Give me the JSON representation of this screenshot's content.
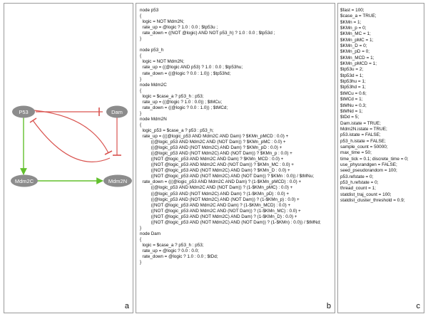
{
  "panel_a": {
    "tag": "a",
    "nodes": {
      "p53": "P53",
      "dam": "Dam",
      "mdm2c": "Mdm2C",
      "mdm2n": "Mdm2N"
    },
    "colors": {
      "node_fill": "#8c8c8c",
      "activation": "#62c02d",
      "inhibition": "#d9534f"
    }
  },
  "panel_b": {
    "tag": "b",
    "lines": [
      "node p53",
      "{",
      "  logic = NOT Mdm2N;",
      "  rate_up = @logic ? 1.0 : 0.0 ; $tp53u ;",
      "  rate_down = ((NOT @logic) AND NOT p53_h) ? 1.0 : 0.0 ; $tp53d ;",
      "}",
      "",
      "node p53_h",
      "{",
      "  logic = NOT Mdm2N;",
      "  rate_up = ((@logic AND p53) ? 1.0 : 0.0 ; $tp53hu;",
      "  rate_down = ((@logic ? 0.0 : 1.0)) ; $tp53hd;",
      "}",
      "node Mdm2C",
      "{",
      "  logic = $case_a ? p53_h : p53;",
      "  rate_up = ((@logic ? 1.0 : 0.0)) ; $tMCu;",
      "  rate_down = ((@logic ? 0.0 : 1.0)) ; $tMCd;",
      "}",
      "node Mdm2N",
      "{",
      "  logic_p53 = $case_a ? p53 : p53_h;",
      "  rate_up = (((@logic_p53 AND Mdm2C AND Dam) ? $KMn_pMCD : 0.0) +",
      "         ((@logic_p53 AND Mdm2C AND (NOT Dam)) ? $KMn_pMC : 0.0) +",
      "         ((@logic_p53 AND (NOT Mdm2C) AND Dam) ? $KMn_pD : 0.0) +",
      "         ((@logic_p53 AND (NOT Mdm2C) AND (NOT Dam)) ? $KMn_p : 0.0) +",
      "         ((NOT @logic_p53 AND Mdm2C AND Dam) ? $KMn_MCD : 0.0) +",
      "         ((NOT @logic_p53 AND Mdm2C AND (NOT Dam)) ? $KMn_MC : 0.0) +",
      "         ((NOT @logic_p53 AND (NOT Mdm2C) AND Dam) ? $KMn_D : 0.0) +",
      "         ((NOT @logic_p53 AND (NOT Mdm2C) AND (NOT Dam)) ? $KMn : 0.0)) / $tMNu;",
      "  rate_down = (((@logic_p53 AND Mdm2C AND Dam) ? (1-$KMn_pMCD) : 0.0) +",
      "         ((@logic_p53 AND Mdm2C AND (NOT Dam)) ? (1-$KMn_pMC) : 0.0) +",
      "         ((@logic_p53 AND (NOT Mdm2C) AND Dam) ? (1-$KMn_pD) : 0.0) +",
      "         ((@logic_p53 AND (NOT Mdm2C) AND (NOT Dam)) ? (1-$KMn_p) : 0.0) +",
      "         ((NOT @logic_p53 AND Mdm2C AND Dam) ? (1-$KMn_MCD) : 0.0) +",
      "         ((NOT @logic_p53 AND Mdm2C AND (NOT Dam)) ? (1-$KMn_MC) : 0.0) +",
      "         ((NOT @logic_p53 AND (NOT Mdm2C) AND Dam) ? (1-$KMn_D) : 0.0) +",
      "         ((NOT @logic_p53 AND (NOT Mdm2C) AND (NOT Dam)) ? (1-$KMn) : 0.0)) / $tMNd;",
      "}",
      "node Dam",
      "{",
      "  logic = $case_a ? p53_h : p53;",
      "  rate_up = @logic ? 0.0 : 0.0;",
      "  rate_down = @logic ? 1.0 : 0.0 ; $tDd;",
      "}"
    ]
  },
  "panel_c": {
    "tag": "c",
    "lines": [
      "$fast = 100;",
      "$case_a = TRUE;",
      "$KMn = 1;",
      "$KMn_p = 0;",
      "$KMn_MC = 1;",
      "$KMn_pMC = 1;",
      "$KMn_D = 0;",
      "$KMn_pD = 0;",
      "$KMn_MCD = 1;",
      "$KMn_pMCD = 1;",
      "$tp53u = 2;",
      "$tp53d = 1;",
      "$tp53hu = 1;",
      "$tp53hd = 1;",
      "$tMCu = 0.6;",
      "$tMCd = 1;",
      "$tMNu = 0.3;",
      "$tMNd = 1;",
      "$tDd = 5;",
      "Dam.istate = TRUE;",
      "Mdm2N.istate = TRUE;",
      "p53.istate = FALSE;",
      "p53_h.istate = FALSE;",
      "sample_count = 50000;",
      "max_time = 50;",
      "time_tick = 0.1; discrete_time = 0;",
      "use_physrandgen = FALSE;",
      "seed_pseudorandom = 100;",
      "p53.refstate = 0;",
      "p53_h.refstate = 0;",
      "thread_count = 1;",
      "statdist_traj_count = 100;",
      "statdist_cluster_threshold = 0.9;"
    ]
  }
}
